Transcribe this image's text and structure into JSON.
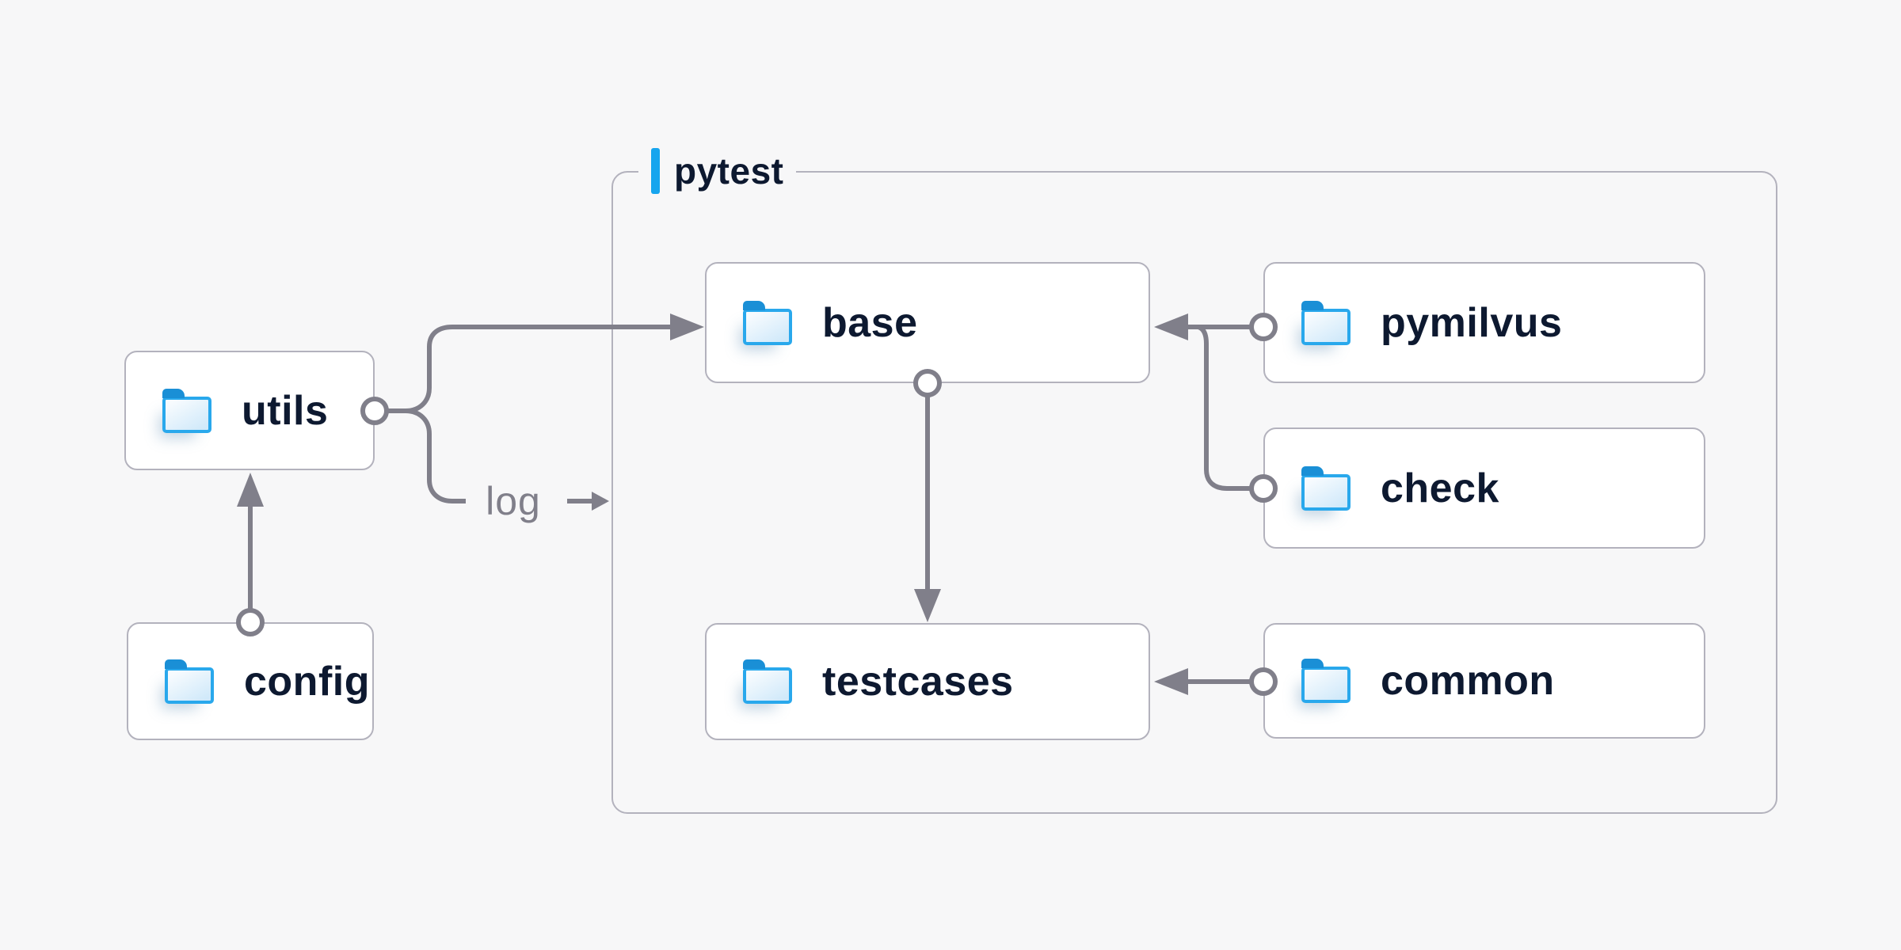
{
  "diagram": {
    "background_color": "#f7f7f8",
    "container": {
      "label": "pytest",
      "accent_color": "#17a5ee",
      "border_color": "#b3b2bd"
    },
    "nodes": [
      {
        "id": "utils",
        "label": "utils",
        "icon": "folder-icon"
      },
      {
        "id": "config",
        "label": "config",
        "icon": "folder-icon"
      },
      {
        "id": "base",
        "label": "base",
        "icon": "folder-icon"
      },
      {
        "id": "pymilvus",
        "label": "pymilvus",
        "icon": "folder-icon"
      },
      {
        "id": "check",
        "label": "check",
        "icon": "folder-icon"
      },
      {
        "id": "testcases",
        "label": "testcases",
        "icon": "folder-icon"
      },
      {
        "id": "common",
        "label": "common",
        "icon": "folder-icon"
      }
    ],
    "edges": [
      {
        "from": "config",
        "to": "utils",
        "label": ""
      },
      {
        "from": "utils",
        "to": "base",
        "label": ""
      },
      {
        "from": "utils",
        "to": "pytest",
        "label": "log"
      },
      {
        "from": "pymilvus",
        "to": "base",
        "label": ""
      },
      {
        "from": "check",
        "to": "base",
        "label": ""
      },
      {
        "from": "base",
        "to": "testcases",
        "label": ""
      },
      {
        "from": "common",
        "to": "testcases",
        "label": ""
      }
    ],
    "colors": {
      "node_fill": "#ffffff",
      "node_border": "#b3b2bd",
      "text": "#0d1930",
      "line": "#807f8a",
      "folder_border": "#29a8ec",
      "folder_tab": "#1a8fd6",
      "folder_fill_light": "#f7fbfe",
      "folder_fill_dark": "#d0e9fa"
    }
  }
}
